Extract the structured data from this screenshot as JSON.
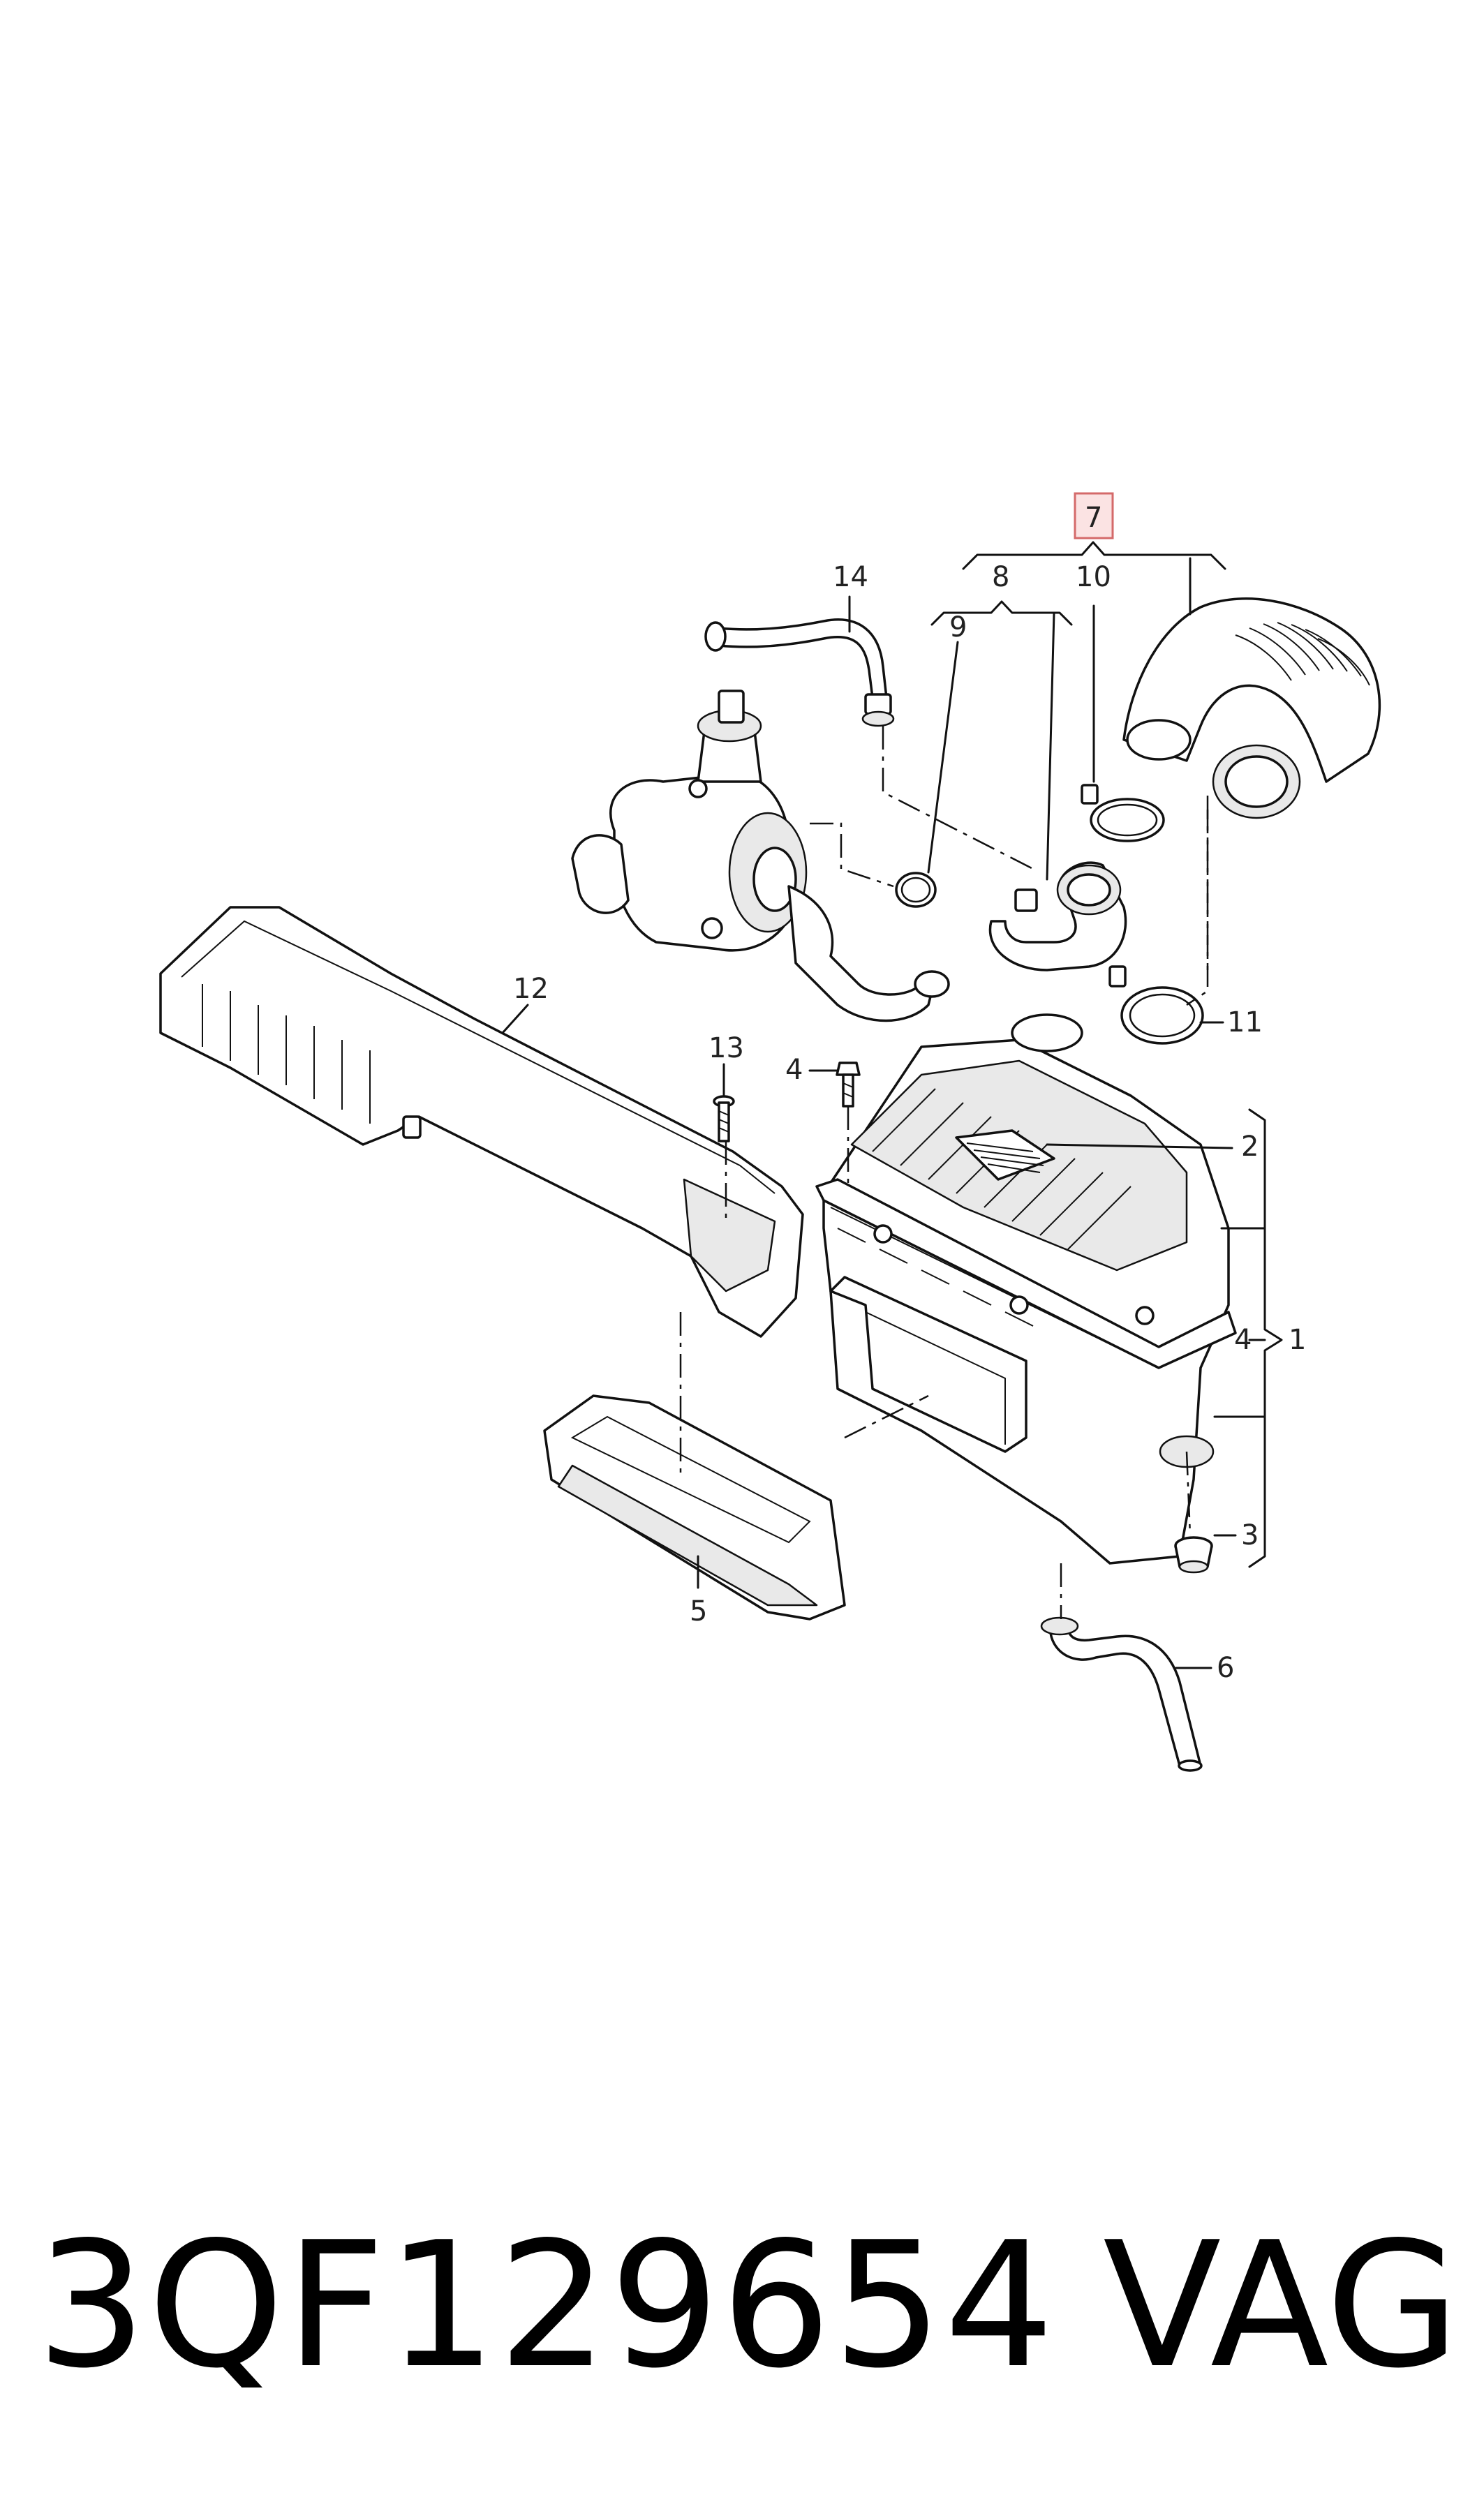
{
  "callouts": {
    "c1": "1",
    "c2": "2",
    "c3": "3",
    "c4a": "4",
    "c4b": "4",
    "c5": "5",
    "c6": "6",
    "c7": "7",
    "c8": "8",
    "c9": "9",
    "c10": "10",
    "c11": "11",
    "c12": "12",
    "c13": "13",
    "c14": "14"
  },
  "highlighted_callout": "7",
  "highlight_color": "#fbe3e3",
  "footer": {
    "part_number": "3QF129654",
    "brand": "VAG"
  }
}
